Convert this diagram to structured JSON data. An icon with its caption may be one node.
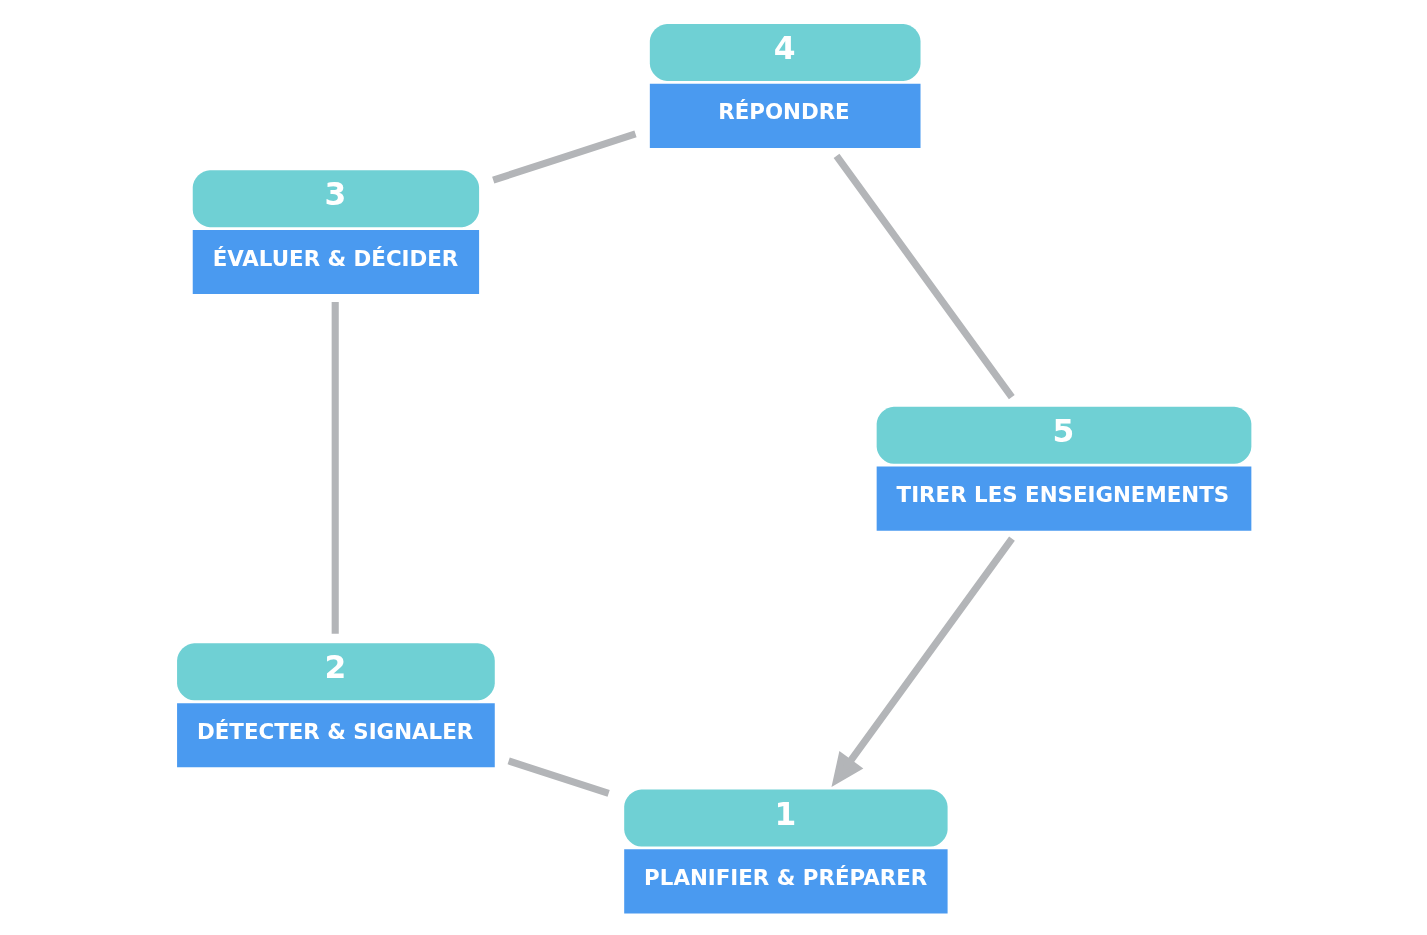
{
  "diagram": {
    "nodes": [
      {
        "text": [
          "1",
          "PLANIFIER & PRÉPARER"
        ]
      },
      {
        "text": [
          "2",
          "DÉTECTER & SIGNALER"
        ]
      },
      {
        "text": [
          "3",
          "ÉVALUER & DÉCIDER"
        ]
      },
      {
        "text": [
          "4",
          "RÉPONDRE"
        ]
      },
      {
        "text": [
          "5",
          "TIRER LES ENSEIGNEMENTS"
        ]
      }
    ],
    "edges": [
      {
        "from": 0,
        "to": 1,
        "arrow": "none"
      },
      {
        "from": 1,
        "to": 2,
        "arrow": "none"
      },
      {
        "from": 2,
        "to": 3,
        "arrow": "none"
      },
      {
        "from": 3,
        "to": 4,
        "arrow": "none"
      },
      {
        "from": 4,
        "to": 0,
        "arrow": "to"
      }
    ]
  }
}
